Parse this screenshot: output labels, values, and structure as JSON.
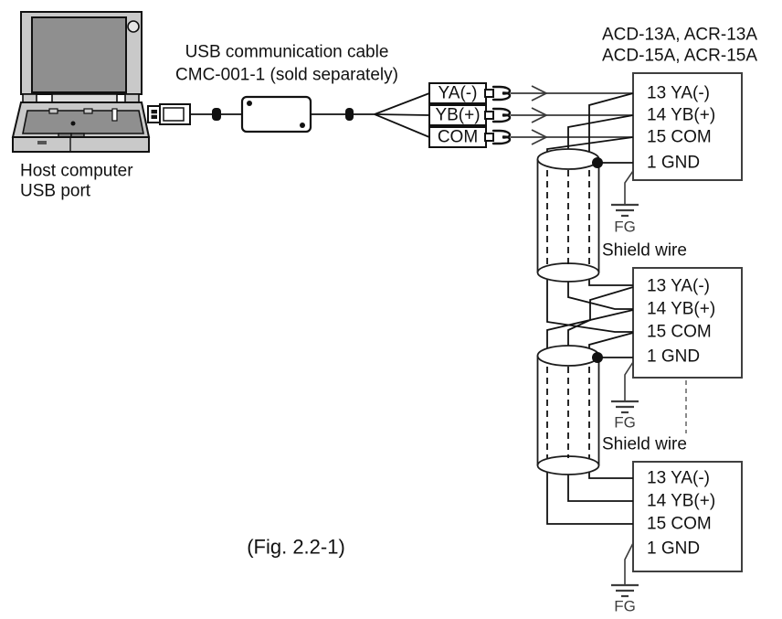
{
  "title": {
    "line1": "USB communication cable",
    "line2": "CMC-001-1 (sold separately)"
  },
  "host": {
    "line1": "Host computer",
    "line2": "USB port"
  },
  "models": {
    "line1": "ACD-13A, ACR-13A",
    "line2": "ACD-15A, ACR-15A"
  },
  "wire_labels": [
    "YA(-)",
    "YB(+)",
    "COM"
  ],
  "blocks": [
    {
      "rows": [
        "13 YA(-)",
        "14 YB(+)",
        "15 COM",
        "1 GND"
      ]
    },
    {
      "rows": [
        "13 YA(-)",
        "14 YB(+)",
        "15 COM",
        "1 GND"
      ]
    },
    {
      "rows": [
        "13 YA(-)",
        "14 YB(+)",
        "15 COM",
        "1 GND"
      ]
    }
  ],
  "fg_label": "FG",
  "shield_label": "Shield wire",
  "caption": "(Fig. 2.2-1)",
  "colors": {
    "wire": "#111111",
    "muted": "#3d3d3d",
    "laptop_body": "#c9c9c9",
    "laptop_screen": "#8f8f8f"
  }
}
